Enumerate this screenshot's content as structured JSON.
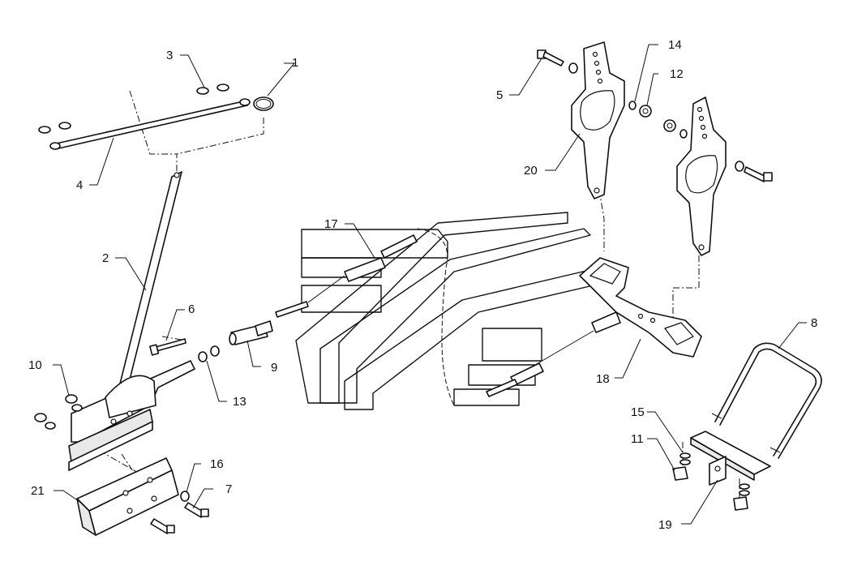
{
  "labels": {
    "p1": "1",
    "p2": "2",
    "p3": "3",
    "p4": "4",
    "p5": "5",
    "p6": "6",
    "p7": "7",
    "p8": "8",
    "p9": "9",
    "p10": "10",
    "p11": "11",
    "p12": "12",
    "p13": "13",
    "p14": "14",
    "p15": "15",
    "p16": "16",
    "p17": "17",
    "p18": "18",
    "p19": "19",
    "p20": "20",
    "p21": "21"
  },
  "colors": {
    "line": "#111111",
    "background": "#ffffff",
    "shade": "#e9e9e9"
  }
}
